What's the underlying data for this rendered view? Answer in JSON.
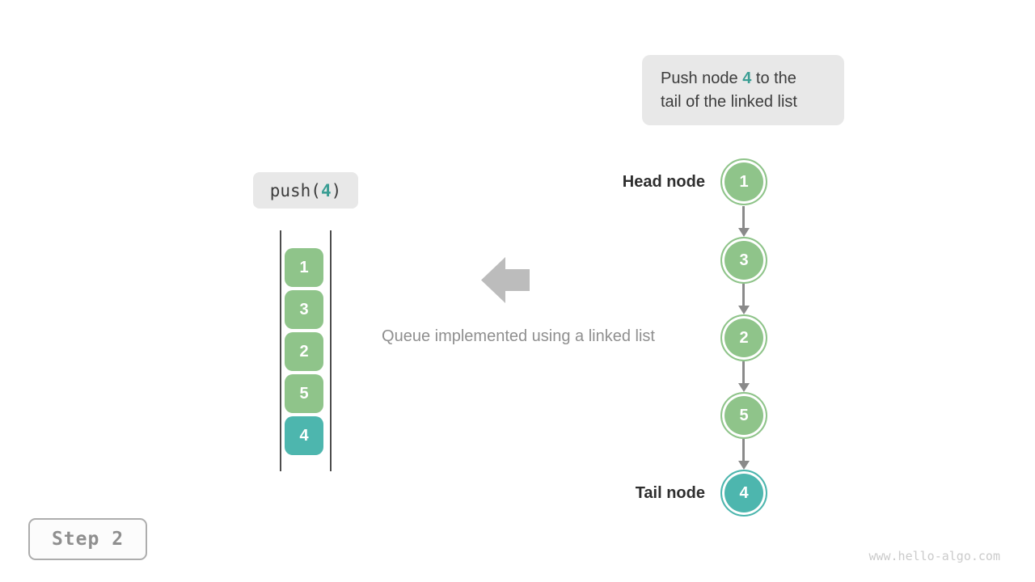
{
  "callout": {
    "line1_pre": "Push node ",
    "line1_value": "4",
    "line1_post": " to the",
    "line2": "tail of the linked list"
  },
  "push_label": {
    "pre": "push(",
    "value": "4",
    "post": ")"
  },
  "stack": {
    "items": [
      {
        "value": "1",
        "color": "green"
      },
      {
        "value": "3",
        "color": "green"
      },
      {
        "value": "2",
        "color": "green"
      },
      {
        "value": "5",
        "color": "green"
      },
      {
        "value": "4",
        "color": "teal"
      }
    ]
  },
  "caption": "Queue implemented using a linked list",
  "linked_list": {
    "head_label": "Head node",
    "tail_label": "Tail node",
    "nodes": [
      {
        "value": "1",
        "color": "green"
      },
      {
        "value": "3",
        "color": "green"
      },
      {
        "value": "2",
        "color": "green"
      },
      {
        "value": "5",
        "color": "green"
      },
      {
        "value": "4",
        "color": "teal"
      }
    ]
  },
  "step_badge": {
    "label": "Step 2"
  },
  "watermark": "www.hello-algo.com",
  "colors": {
    "green": "#8fc48a",
    "teal": "#4db6ae",
    "teal_text": "#3a9e94",
    "callout_bg": "#e8e8e8",
    "dark_text": "#3c3c3c",
    "label_text": "#2e2e2e",
    "caption_gray": "#8f8f8f",
    "block_arrow": "#bcbcbc",
    "connector_gray": "#8a8a8a",
    "stack_line": "#4d4d4d",
    "step_text": "#8f8f8f",
    "step_border": "#adadad",
    "watermark_gray": "#cbcbcb"
  }
}
